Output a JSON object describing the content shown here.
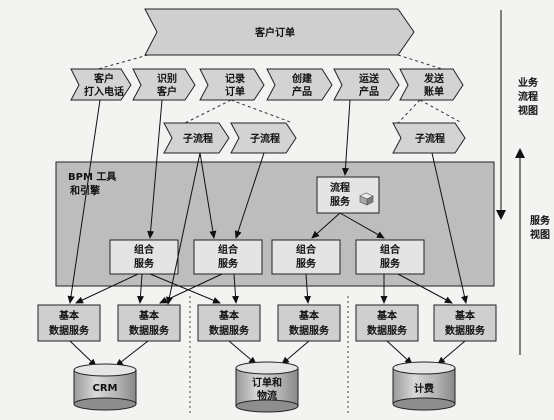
{
  "order_banner": "客户订单",
  "process_steps": [
    [
      "客户",
      "打入电话"
    ],
    [
      "识别",
      "客户"
    ],
    [
      "记录",
      "订单"
    ],
    [
      "创建",
      "产品"
    ],
    [
      "运送",
      "产品"
    ],
    [
      "发送",
      "账单"
    ]
  ],
  "subprocesses": [
    "子流程",
    "子流程",
    "子流程"
  ],
  "bpm_engine": [
    "BPM 工具",
    "和引擎"
  ],
  "process_service": [
    "流程",
    "服务"
  ],
  "composite_services": [
    [
      "组合",
      "服务"
    ],
    [
      "组合",
      "服务"
    ],
    [
      "组合",
      "服务"
    ],
    [
      "组合",
      "服务"
    ]
  ],
  "basic_data_services": [
    [
      "基本",
      "数据服务"
    ],
    [
      "基本",
      "数据服务"
    ],
    [
      "基本",
      "数据服务"
    ],
    [
      "基本",
      "数据服务"
    ],
    [
      "基本",
      "数据服务"
    ],
    [
      "基本",
      "数据服务"
    ]
  ],
  "databases": [
    [
      "CRM"
    ],
    [
      "订单和",
      "物流"
    ],
    [
      "计费"
    ]
  ],
  "business_process_view": [
    "业务",
    "流程",
    "视图"
  ],
  "service_view": [
    "服务",
    "视图"
  ]
}
